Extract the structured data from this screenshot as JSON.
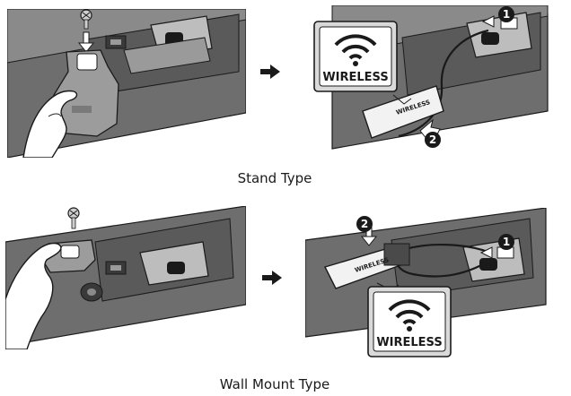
{
  "captions": {
    "stand": "Stand Type",
    "wall": "Wall Mount Type"
  },
  "callout": {
    "label": "WIRELESS",
    "icon": "wifi-icon"
  },
  "markers": {
    "one": "1",
    "two": "2"
  },
  "dongle_text": "WIRELESS",
  "colors": {
    "body": "#6e6e6e",
    "body_dark": "#4a4a4a",
    "body_light": "#a8a8a8",
    "outline": "#1a1a1a",
    "dongle": "#f2f2f2",
    "skin": "#ffffff"
  }
}
